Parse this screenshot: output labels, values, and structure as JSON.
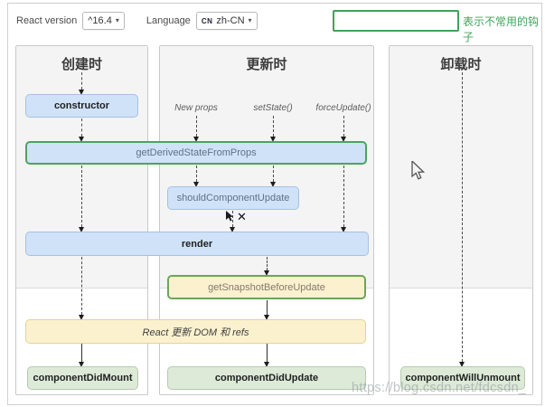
{
  "toolbar": {
    "react_version_label": "React version",
    "react_version_value": "^16.4",
    "language_label": "Language",
    "language_flag": "CN",
    "language_value": "zh-CN",
    "legend_text": "表示不常用的钩子"
  },
  "icons": {
    "caret": "▾",
    "close_x": "✕"
  },
  "columns": {
    "mounting": {
      "title": "创建时"
    },
    "updating": {
      "title": "更新时"
    },
    "unmounting": {
      "title": "卸载时"
    }
  },
  "triggers": {
    "new_props": "New props",
    "set_state": "setState()",
    "force_update": "forceUpdate()"
  },
  "boxes": {
    "constructor": "constructor",
    "get_derived_state_from_props": "getDerivedStateFromProps",
    "should_component_update": "shouldComponentUpdate",
    "render": "render",
    "get_snapshot_before_update": "getSnapshotBeforeUpdate",
    "react_updates_dom": "React 更新 DOM 和 refs",
    "component_did_mount": "componentDidMount",
    "component_did_update": "componentDidUpdate",
    "component_will_unmount": "componentWillUnmount"
  },
  "watermark": "https://blog.csdn.net/fdcsdn_",
  "colors": {
    "accent_green": "#3fa45b",
    "blue_fill": "#cfe2f8",
    "blue_border": "#a6c1e4",
    "yellow_fill": "#fbf1cf",
    "green_fill": "#dcead7",
    "panel_shade": "#f4f4f4"
  }
}
